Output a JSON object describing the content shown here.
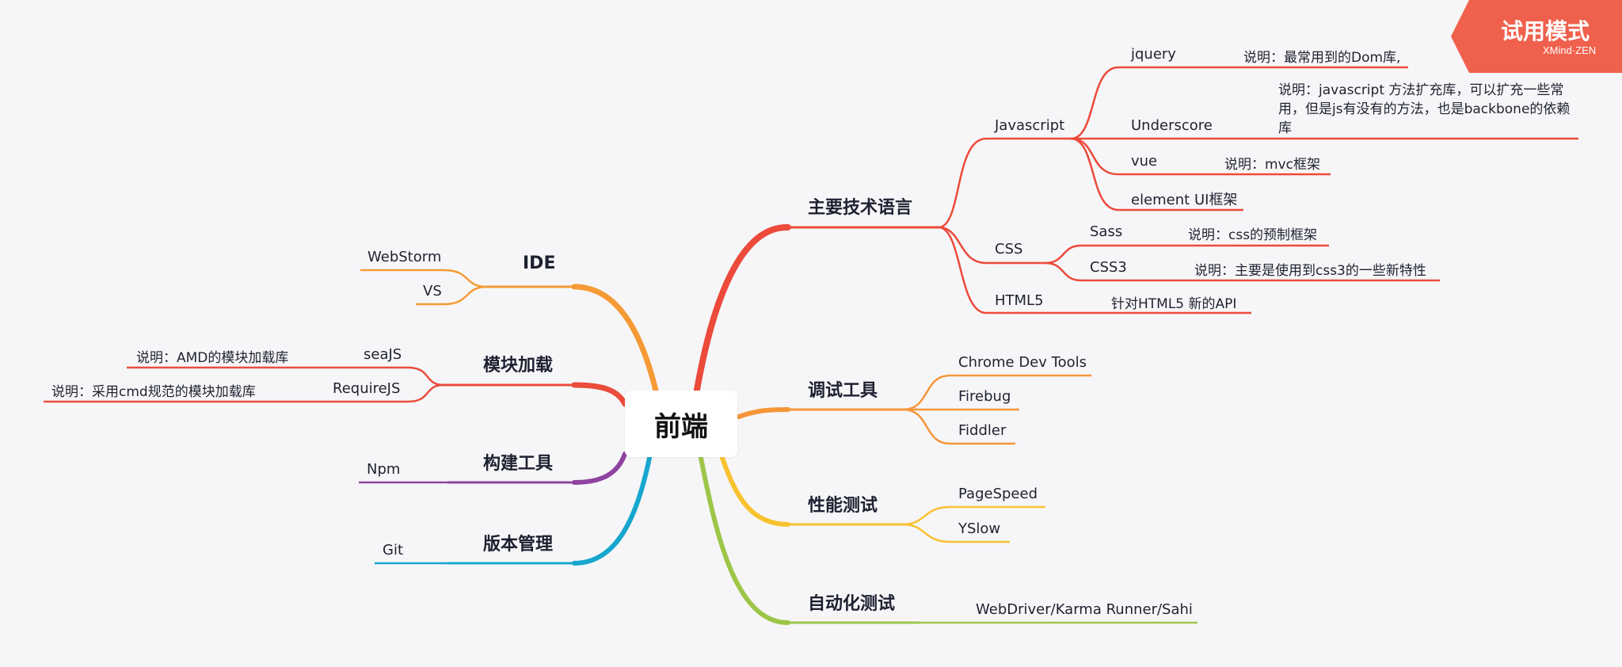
{
  "root": {
    "label": "前端"
  },
  "watermark": {
    "title": "试用模式",
    "brand": "XMind·ZEN"
  },
  "colors": {
    "lang": "#ec4a3b",
    "debug": "#f59638",
    "perf": "#f8c22f",
    "auto": "#9dc649",
    "ide": "#f59a35",
    "module": "#ea4d3c",
    "build": "#8e44a0",
    "vcs": "#17a6cd",
    "watermark": "#f0614d"
  },
  "branches": {
    "lang": {
      "label": "主要技术语言",
      "javascript": {
        "label": "Javascript",
        "jquery": "jquery",
        "jquery_note": "说明：最常用到的Dom库,",
        "underscore": "Underscore",
        "underscore_note": "说明：javascript 方法扩充库，可以扩充一些常用，但是js有没有的方法，也是backbone的依赖库",
        "vue": "vue",
        "vue_note": "说明：mvc框架",
        "element": "element UI框架"
      },
      "css": {
        "label": "CSS",
        "sass": "Sass",
        "sass_note": "说明：css的预制框架",
        "css3": "CSS3",
        "css3_note": "说明：主要是使用到css3的一些新特性"
      },
      "html5": {
        "label": "HTML5",
        "note": "针对HTML5 新的API"
      }
    },
    "debug": {
      "label": "调试工具",
      "items": [
        "Chrome Dev Tools",
        "Firebug",
        "Fiddler"
      ]
    },
    "perf": {
      "label": "性能测试",
      "items": [
        "PageSpeed",
        "YSlow"
      ]
    },
    "auto": {
      "label": "自动化测试",
      "items": [
        "WebDriver/Karma Runner/Sahi"
      ]
    },
    "ide": {
      "label": "IDE",
      "items": [
        "WebStorm",
        "VS"
      ]
    },
    "module": {
      "label": "模块加载",
      "seajs": "seaJS",
      "seajs_note": "说明：AMD的模块加载库",
      "requirejs": "RequireJS",
      "requirejs_note": "说明：采用cmd规范的模块加载库"
    },
    "build": {
      "label": "构建工具",
      "items": [
        "Npm"
      ]
    },
    "vcs": {
      "label": "版本管理",
      "items": [
        "Git"
      ]
    }
  }
}
